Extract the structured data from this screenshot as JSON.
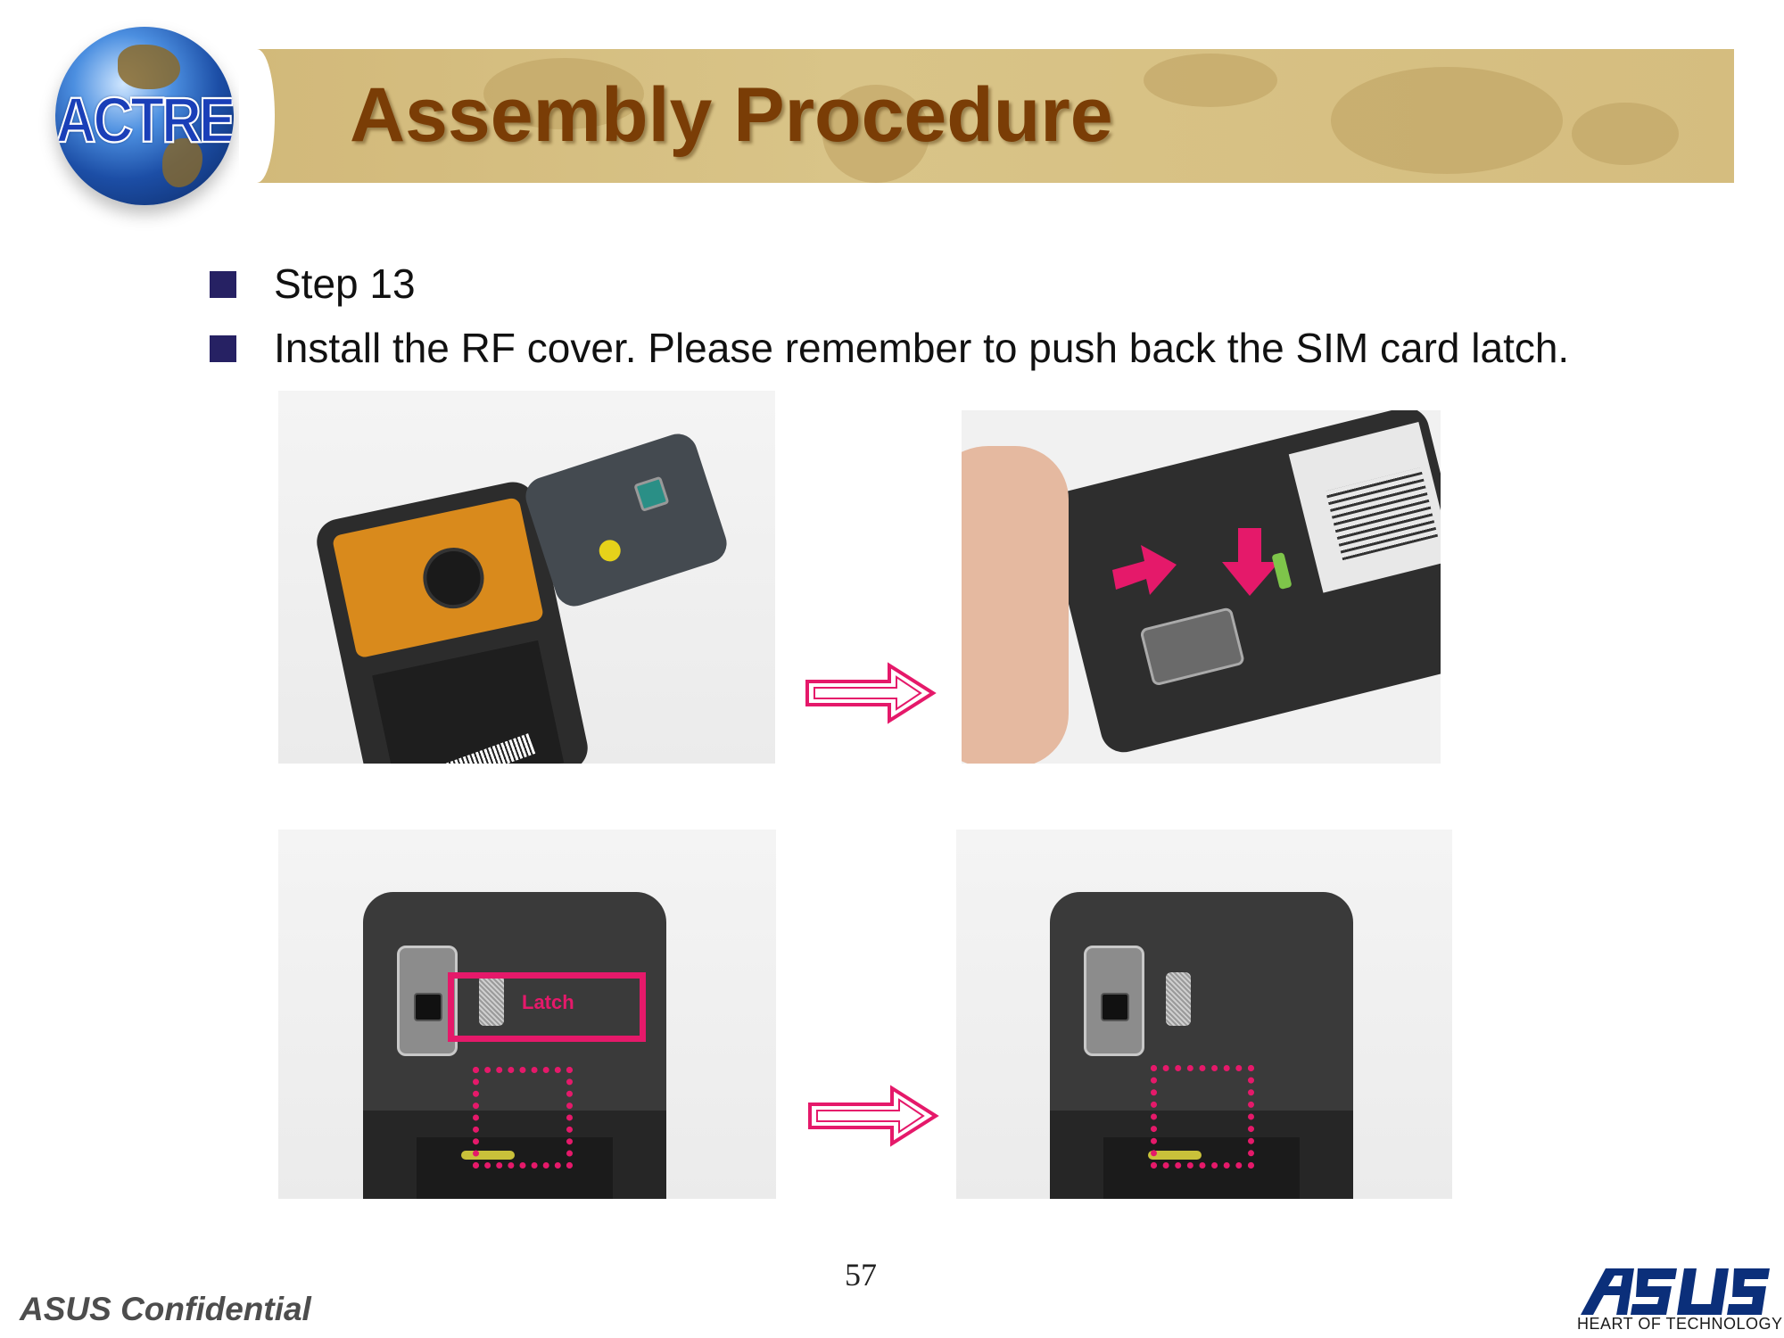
{
  "header": {
    "logo_text": "ACTRE",
    "title": "Assembly Procedure"
  },
  "bullets": [
    "Step 13",
    "Install the RF cover. Please remember to push back the SIM card latch."
  ],
  "photos": {
    "latch_label": "Latch"
  },
  "colors": {
    "title": "#7a3d06",
    "title_band": "#d5bd7f",
    "bullet_mark": "#262163",
    "highlight": "#e5196a"
  },
  "icons": [
    "right-arrow-icon",
    "push-arrow-icon"
  ],
  "footer": {
    "page_number": "57",
    "confidential": "ASUS Confidential",
    "brand_tagline": "HEART OF TECHNOLOGY"
  }
}
